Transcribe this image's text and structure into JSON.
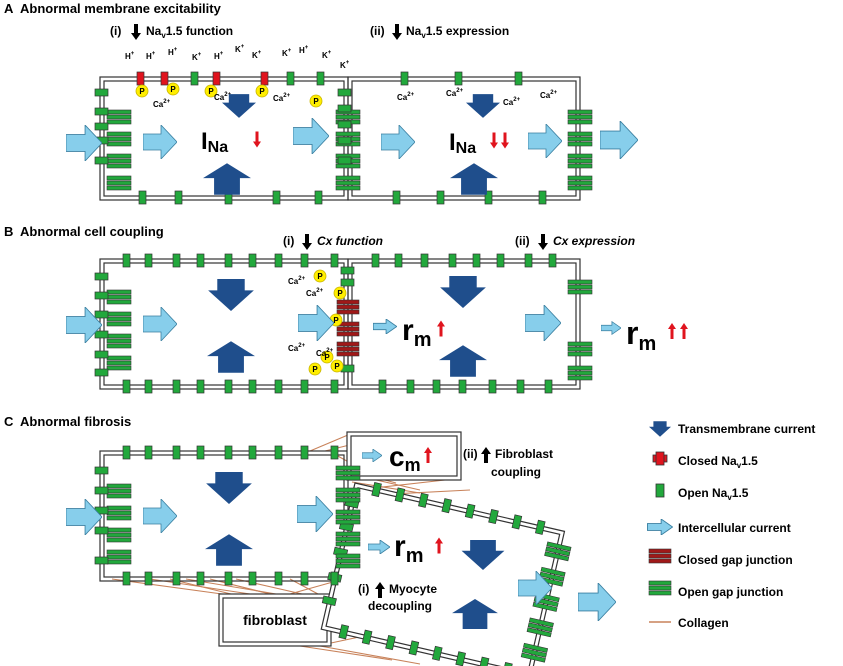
{
  "sectionA": {
    "title": "Abnormal membrane excitability",
    "letter": "A",
    "sub1_prefix": "(i)",
    "sub1_text": "1.5 function",
    "sub2_prefix": "(ii)",
    "sub2_text": "1.5 expression",
    "na_base": "Na",
    "na_sub": "v",
    "ions": [
      "H",
      "H",
      "H",
      "K",
      "H",
      "K",
      "K",
      "K",
      "H",
      "K",
      "K"
    ],
    "ion_sup": "+",
    "ca": "Ca",
    "ca_sup": "2+",
    "current": "I",
    "current_sub": "Na"
  },
  "sectionB": {
    "title": "Abnormal cell coupling",
    "letter": "B",
    "sub1_prefix": "(i)",
    "sub1_text": "Cx function",
    "sub2_prefix": "(ii)",
    "sub2_text": "Cx expression",
    "ca": "Ca",
    "ca_sup": "2+",
    "rm": "r",
    "rm_sub": "m"
  },
  "sectionC": {
    "title": "Abnormal fibrosis",
    "letter": "C",
    "cm": "c",
    "cm_sub": "m",
    "rm": "r",
    "rm_sub": "m",
    "fib_coupling_prefix": "(ii)",
    "fib_coupling_line1": "Fibroblast",
    "fib_coupling_line2": "coupling",
    "myo_prefix": "(i)",
    "myo_line1": "Myocyte",
    "myo_line2": "decoupling",
    "fibroblast": "fibroblast"
  },
  "phosphate": "P",
  "legend": [
    {
      "key": "transmembrane",
      "label": "Transmembrane current"
    },
    {
      "key": "closed_nav",
      "label": "Closed Na",
      "sub": "v",
      "suffix": "1.5"
    },
    {
      "key": "open_nav",
      "label": "Open Na",
      "sub": "v",
      "suffix": "1.5"
    },
    {
      "key": "intercellular",
      "label": "Intercellular current"
    },
    {
      "key": "closed_gj",
      "label": "Closed gap junction"
    },
    {
      "key": "open_gj",
      "label": "Open gap junction"
    },
    {
      "key": "collagen",
      "label": "Collagen"
    }
  ],
  "colors": {
    "dark_arrow": "#1f4e8c",
    "light_arrow": "#87ceeb",
    "red": "#e0141e",
    "green": "#22a83c",
    "collagen": "#c8825a",
    "phosphate": "#ffee00"
  }
}
